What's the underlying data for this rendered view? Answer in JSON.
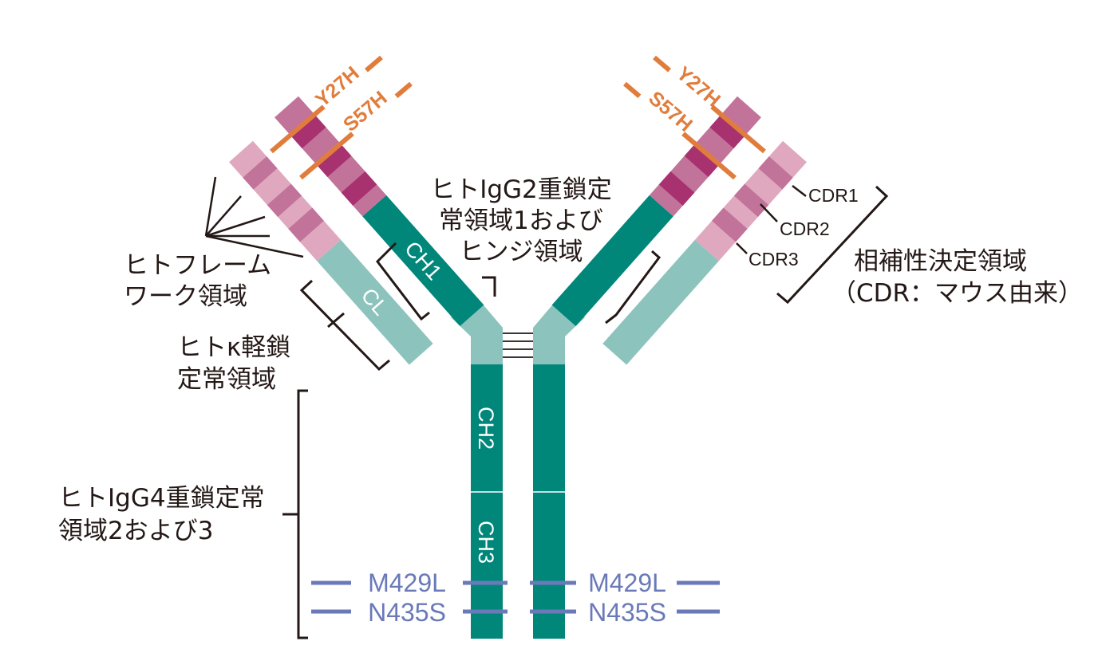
{
  "colors": {
    "heavy_constant": "#00877a",
    "light_constant": "#8cc3bd",
    "hinge": "#8cc3bd",
    "heavy_variable": "#c2739a",
    "heavy_cdr": "#a8316f",
    "light_variable": "#dfa8be",
    "light_cdr": "#c2739a",
    "mutation_orange": "#e07d3c",
    "mutation_blue": "#6a79b8",
    "text": "#231815"
  },
  "domains": {
    "ch1": "CH1",
    "cl": "CL",
    "ch2": "CH2",
    "ch3": "CH3"
  },
  "mutations": {
    "vh_top": "Y27H",
    "vh_second": "S57H",
    "fc_top": "M429L",
    "fc_bottom": "N435S"
  },
  "cdrs": {
    "cdr1": "CDR1",
    "cdr2": "CDR2",
    "cdr3": "CDR3"
  },
  "annotations": {
    "human_framework": [
      "ヒトフレーム",
      "ワーク領域"
    ],
    "kappa_light_constant": [
      "ヒトκ軽鎖",
      "定常領域"
    ],
    "igg2_heavy_ch1_hinge": [
      "ヒトIgG2重鎖定",
      "常領域1および",
      "ヒンジ領域"
    ],
    "igg4_heavy_ch2_ch3": [
      "ヒトIgG4重鎖定常",
      "領域2および3"
    ],
    "cdr_region": [
      "相補性決定領域",
      "（CDR：マウス由来）"
    ]
  }
}
